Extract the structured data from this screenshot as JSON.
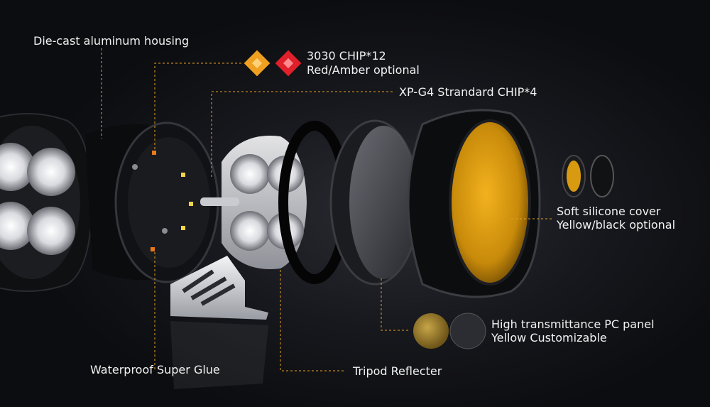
{
  "labels": {
    "housing": "Die-cast aluminum housing",
    "chip3030_line1": "3030 CHIP*12",
    "chip3030_line2": "Red/Amber optional",
    "xpg4": "XP-G4 Strandard CHIP*4",
    "silicone_line1": "Soft silicone cover",
    "silicone_line2": "Yellow/black optional",
    "pc_line1": "High transmittance PC panel",
    "pc_line2": "Yellow Customizable",
    "glue": "Waterproof Super Glue",
    "reflector": "Tripod Reflecter"
  },
  "colors": {
    "leader": "#e8a020",
    "amber": "#f0a020",
    "red": "#e0202a",
    "yellow_lens": "#d89a10",
    "black": "#111214"
  },
  "icons": [
    "amber-chip-icon",
    "red-chip-icon",
    "yellow-swatch-icon",
    "black-swatch-icon"
  ]
}
